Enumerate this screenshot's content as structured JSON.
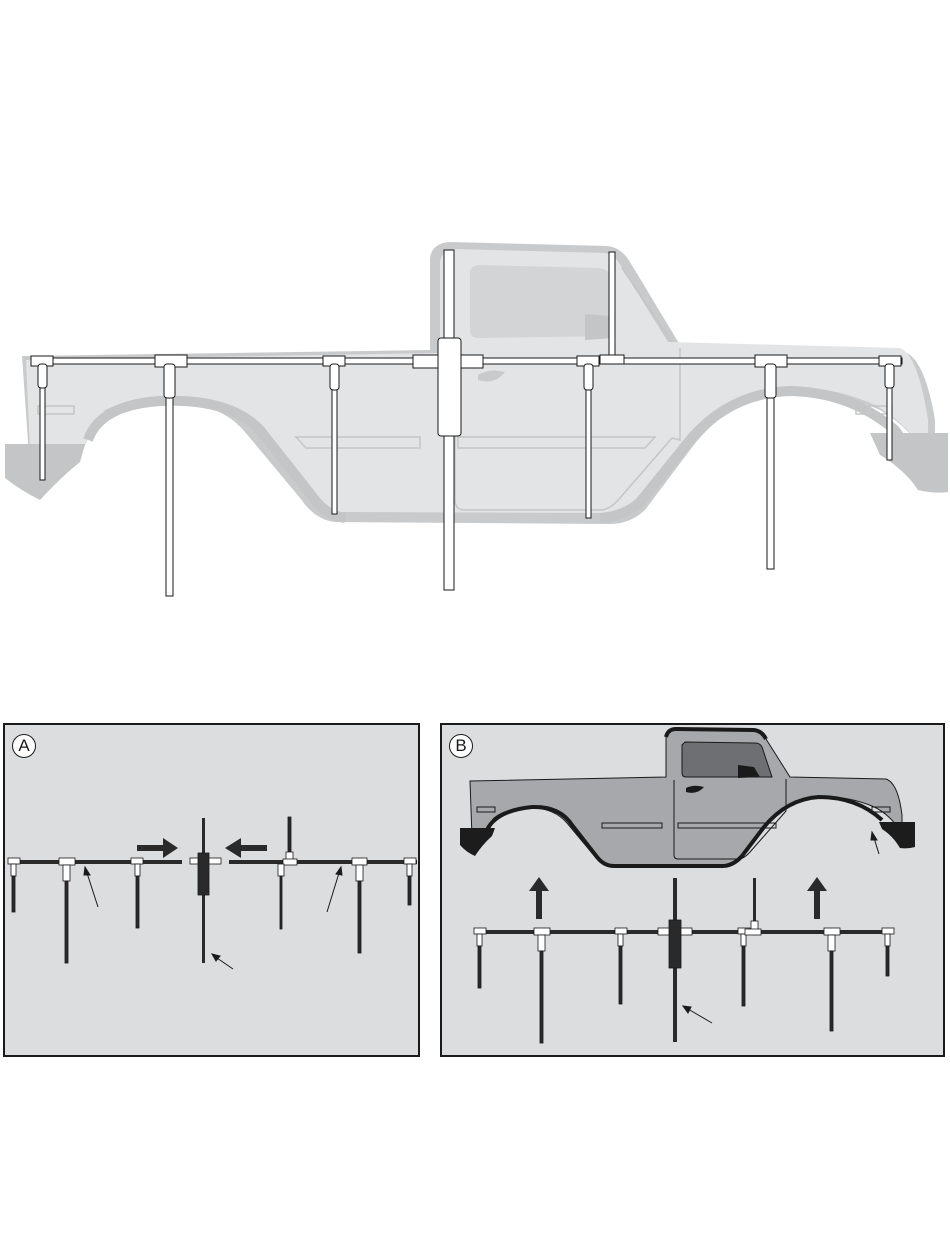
{
  "panels": [
    {
      "id": "A",
      "badge": "A"
    },
    {
      "id": "B",
      "badge": "B"
    }
  ],
  "colors": {
    "body_light": "#e3e4e6",
    "body_shadow": "#c4c5c7",
    "window_light": "#d3d4d6",
    "panel_bg": "#dcdddf",
    "body_dark": "#a7a8ab",
    "mud_flap_dark": "#1c1c1c",
    "frame_dark": "#2a2a2a",
    "outline": "#1a1a1a"
  },
  "icons": [
    "arrow-right-icon",
    "arrow-left-icon",
    "arrow-up-icon",
    "leader-arrow-icon"
  ]
}
